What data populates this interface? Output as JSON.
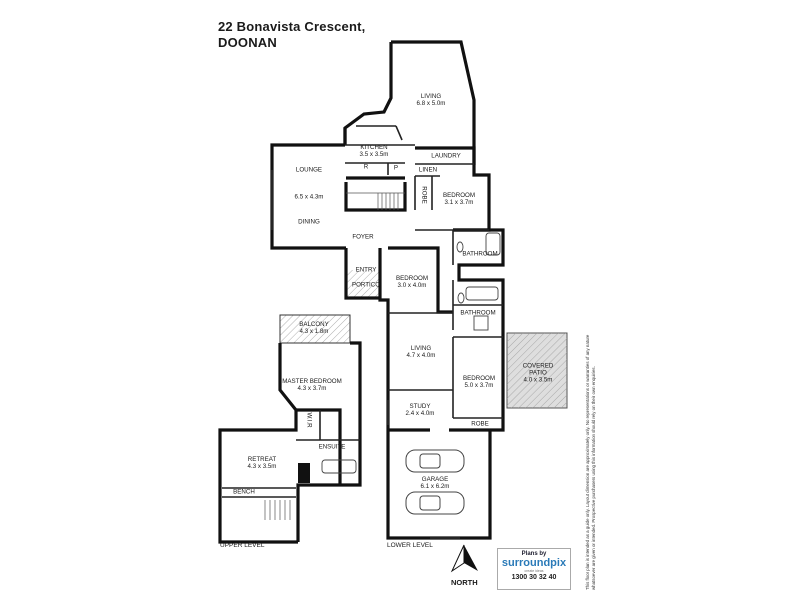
{
  "header": {
    "address_line1": "22 Bonavista Crescent,",
    "address_line2": "DOONAN"
  },
  "levels": {
    "upper": "UPPER LEVEL",
    "lower": "LOWER LEVEL"
  },
  "rooms": {
    "living_top": {
      "name": "LIVING",
      "size": "6.8 x 5.0m"
    },
    "kitchen": {
      "name": "KITCHEN",
      "size": "3.5 x 3.5m"
    },
    "laundry": {
      "name": "LAUNDRY"
    },
    "linen": {
      "name": "LINEN"
    },
    "lounge": {
      "name": "LOUNGE",
      "size": "6.5 x 4.3m"
    },
    "dining": {
      "name": "DINING"
    },
    "robe_a": {
      "name": "ROBE"
    },
    "bedroom_a": {
      "name": "BEDROOM",
      "size": "3.1 x 3.7m"
    },
    "foyer": {
      "name": "FOYER"
    },
    "bathroom_a": {
      "name": "BATHROOM"
    },
    "entry": {
      "name": "ENTRY"
    },
    "portico": {
      "name": "PORTICO"
    },
    "bedroom_b": {
      "name": "BEDROOM",
      "size": "3.0 x 4.0m"
    },
    "bathroom_b": {
      "name": "BATHROOM"
    },
    "balcony": {
      "name": "BALCONY",
      "size": "4.3 x 1.8m"
    },
    "master": {
      "name": "MASTER BEDROOM",
      "size": "4.3 x 3.7m"
    },
    "wir": {
      "name": "W.I.R"
    },
    "ensuite": {
      "name": "ENSUITE"
    },
    "retreat": {
      "name": "RETREAT",
      "size": "4.3 x 3.5m"
    },
    "bench": {
      "name": "BENCH"
    },
    "living_low": {
      "name": "LIVING",
      "size": "4.7 x 4.0m"
    },
    "bedroom_c": {
      "name": "BEDROOM",
      "size": "5.0 x 3.7m"
    },
    "patio": {
      "name": "COVERED",
      "name2": "PATIO",
      "size": "4.0 x 3.5m"
    },
    "study": {
      "name": "STUDY",
      "size": "2.4 x 4.0m"
    },
    "robe_b": {
      "name": "ROBE"
    },
    "garage": {
      "name": "GARAGE",
      "size": "6.1 x 6.2m"
    }
  },
  "fixtures": {
    "p": "P",
    "r": "R"
  },
  "north_label": "NORTH",
  "disclaimer": [
    "This floor plan is intended as a guide only. Layout dimension are approximately only. No representations or warranties of any nature",
    "whatsoever are given or intended. Prospective purchasers using this information should rely on their own enquiries."
  ],
  "branding": {
    "heading": "Plans by",
    "name": "surroundpix",
    "tagline": "create ideas",
    "phone": "1300 30 32 40"
  },
  "colors": {
    "wall": "#111111",
    "hatch": "#9a9a9a",
    "patio_fill": "#dedede"
  }
}
